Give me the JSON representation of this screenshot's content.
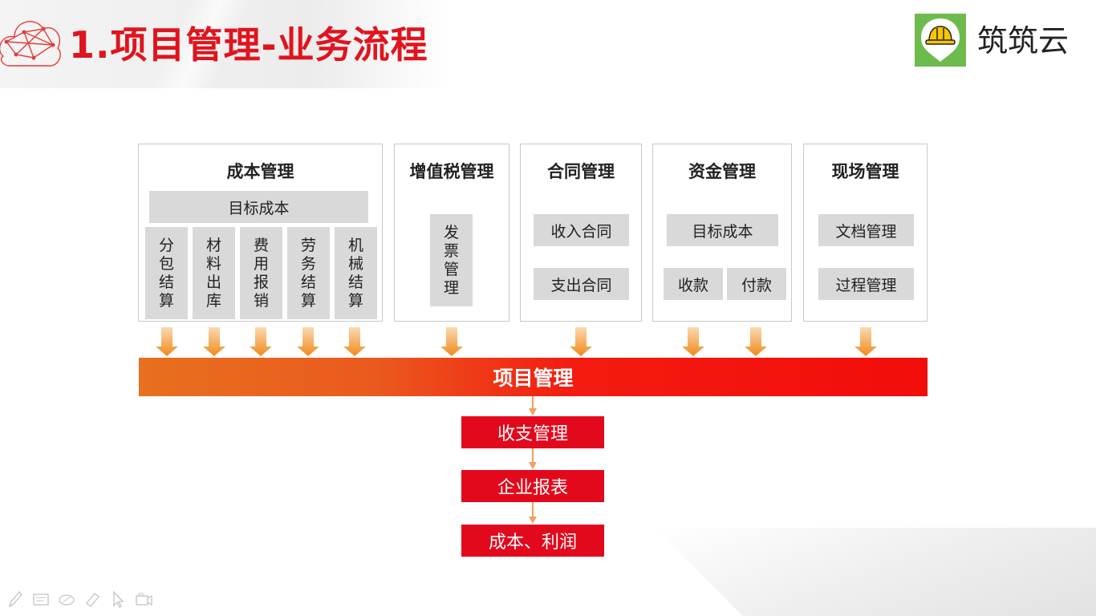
{
  "title": "1.项目管理-业务流程",
  "brand": {
    "name": "筑筑云",
    "logo_icon": "helmet-icon",
    "color": "#6dbb4c"
  },
  "accent_color": "#e0141e",
  "panels": {
    "cost": {
      "title": "成本管理",
      "target": "目标成本",
      "items": [
        [
          "分",
          "包",
          "结",
          "算"
        ],
        [
          "材",
          "料",
          "出",
          "库"
        ],
        [
          "费",
          "用",
          "报",
          "销"
        ],
        [
          "劳",
          "务",
          "结",
          "算"
        ],
        [
          "机",
          "械",
          "结",
          "算"
        ]
      ]
    },
    "vat": {
      "title": "增值税管理",
      "item": [
        "发",
        "票",
        "管",
        "理"
      ]
    },
    "contract": {
      "title": "合同管理",
      "items": [
        "收入合同",
        "支出合同"
      ]
    },
    "funds": {
      "title": "资金管理",
      "target": "目标成本",
      "items": [
        "收款",
        "付款"
      ]
    },
    "site": {
      "title": "现场管理",
      "items": [
        "文档管理",
        "过程管理"
      ]
    }
  },
  "main_bar": "项目管理",
  "flow": [
    "收支管理",
    "企业报表",
    "成本、利润"
  ],
  "toolbar": [
    "pen-icon",
    "slide-icon",
    "eraser-icon",
    "highlighter-icon",
    "pointer-icon",
    "camera-icon"
  ]
}
